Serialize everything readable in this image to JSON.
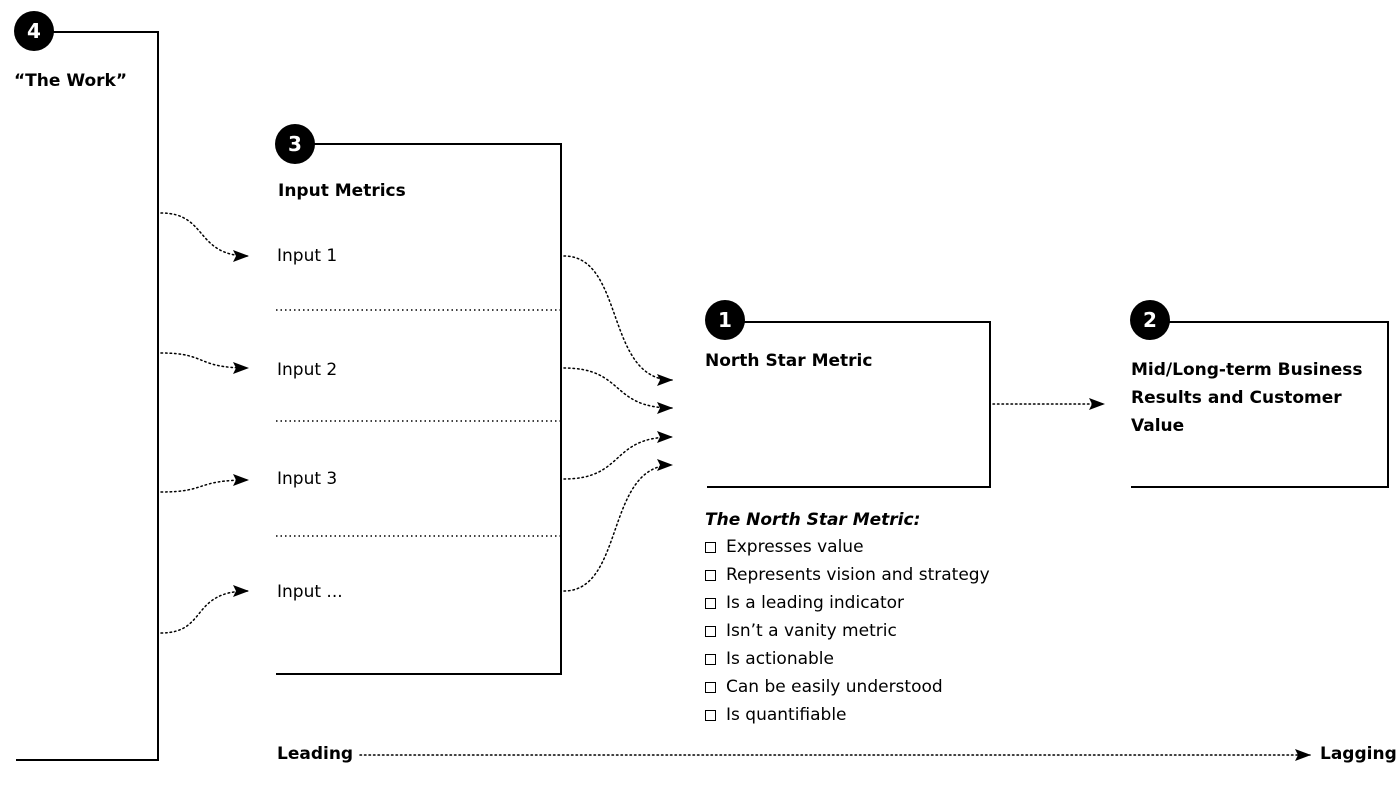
{
  "steps": {
    "work": {
      "number": "4",
      "title": "“The Work”"
    },
    "inputs": {
      "number": "3",
      "title": "Input Metrics",
      "items": [
        "Input 1",
        "Input 2",
        "Input 3",
        "Input ..."
      ]
    },
    "north_star": {
      "number": "1",
      "title": "North Star Metric"
    },
    "results": {
      "number": "2",
      "title": "Mid/Long-term Business Results and Customer Value"
    }
  },
  "checklist": {
    "title": "The North Star Metric:",
    "items": [
      "Expresses value",
      "Represents vision and strategy",
      "Is a leading indicator",
      "Isn’t a vanity metric",
      "Is actionable",
      "Can be easily understood",
      "Is quantifiable"
    ]
  },
  "axis": {
    "start": "Leading",
    "end": "Lagging"
  },
  "colors": {
    "ink": "#000000",
    "badge_text": "#ffffff",
    "background": "#ffffff"
  }
}
